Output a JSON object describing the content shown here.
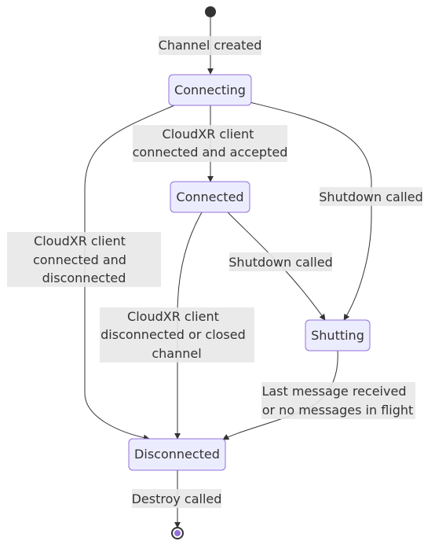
{
  "states": {
    "connecting": "Connecting",
    "connected": "Connected",
    "shutting": "Shutting",
    "disconnected": "Disconnected"
  },
  "transitions": {
    "channel_created": [
      "Channel created"
    ],
    "client_connected_accepted": [
      "CloudXR client",
      "connected and accepted"
    ],
    "shutdown_from_connecting": [
      "Shutdown called"
    ],
    "connected_and_disconnected": [
      "CloudXR client",
      "connected and",
      "disconnected"
    ],
    "shutdown_from_connected": [
      "Shutdown called"
    ],
    "disconnected_or_closed": [
      "CloudXR client",
      "disconnected or closed",
      "channel"
    ],
    "last_message": [
      "Last message received",
      "or no messages in flight"
    ],
    "destroy_called": [
      "Destroy called"
    ]
  },
  "colors": {
    "state_fill": "#ECECFF",
    "state_border": "#9370DB",
    "edge": "#333333",
    "label_background": "#E8E8E8",
    "end_marker": "#9370DB"
  }
}
